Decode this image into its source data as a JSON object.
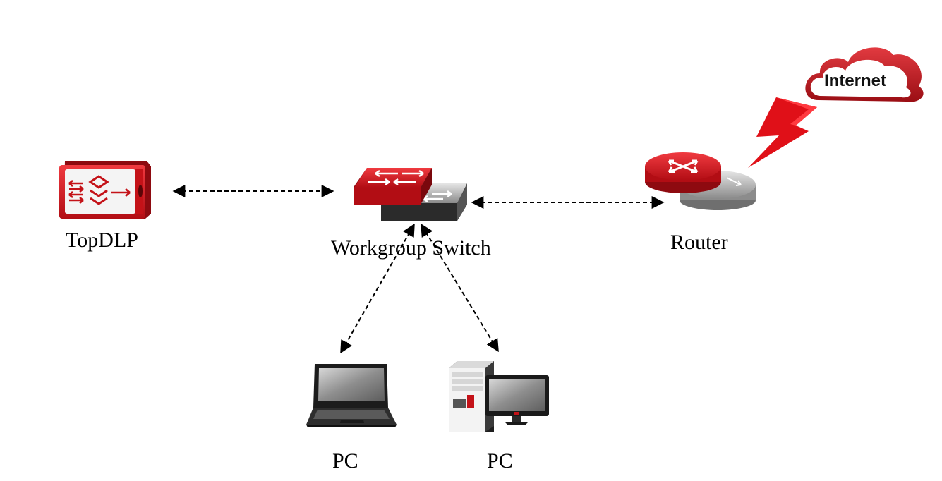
{
  "nodes": {
    "topdlp": {
      "label": "TopDLP",
      "icon": "dlp-appliance-icon"
    },
    "switch": {
      "label": "Workgroup Switch",
      "icon": "network-switch-icon"
    },
    "router": {
      "label": "Router",
      "icon": "router-icon"
    },
    "internet": {
      "label": "Internet",
      "icon": "cloud-icon"
    },
    "pc_laptop": {
      "label": "PC",
      "icon": "laptop-icon"
    },
    "pc_desktop": {
      "label": "PC",
      "icon": "desktop-computer-icon"
    }
  },
  "connections": [
    {
      "from": "TopDLP",
      "to": "Workgroup Switch",
      "style": "dashed",
      "arrows": "both"
    },
    {
      "from": "Workgroup Switch",
      "to": "Router",
      "style": "dashed",
      "arrows": "both"
    },
    {
      "from": "Workgroup Switch",
      "to": "PC",
      "style": "dashed",
      "arrows": "both"
    },
    {
      "from": "Workgroup Switch",
      "to": "PC",
      "style": "dashed",
      "arrows": "both"
    },
    {
      "from": "Router",
      "to": "Internet",
      "style": "lightning-bolt",
      "arrows": "none"
    }
  ],
  "colors": {
    "accent_red": "#d8141c",
    "dark_red": "#8e0a10",
    "gray": "#9a9a9a",
    "line": "#000000"
  }
}
